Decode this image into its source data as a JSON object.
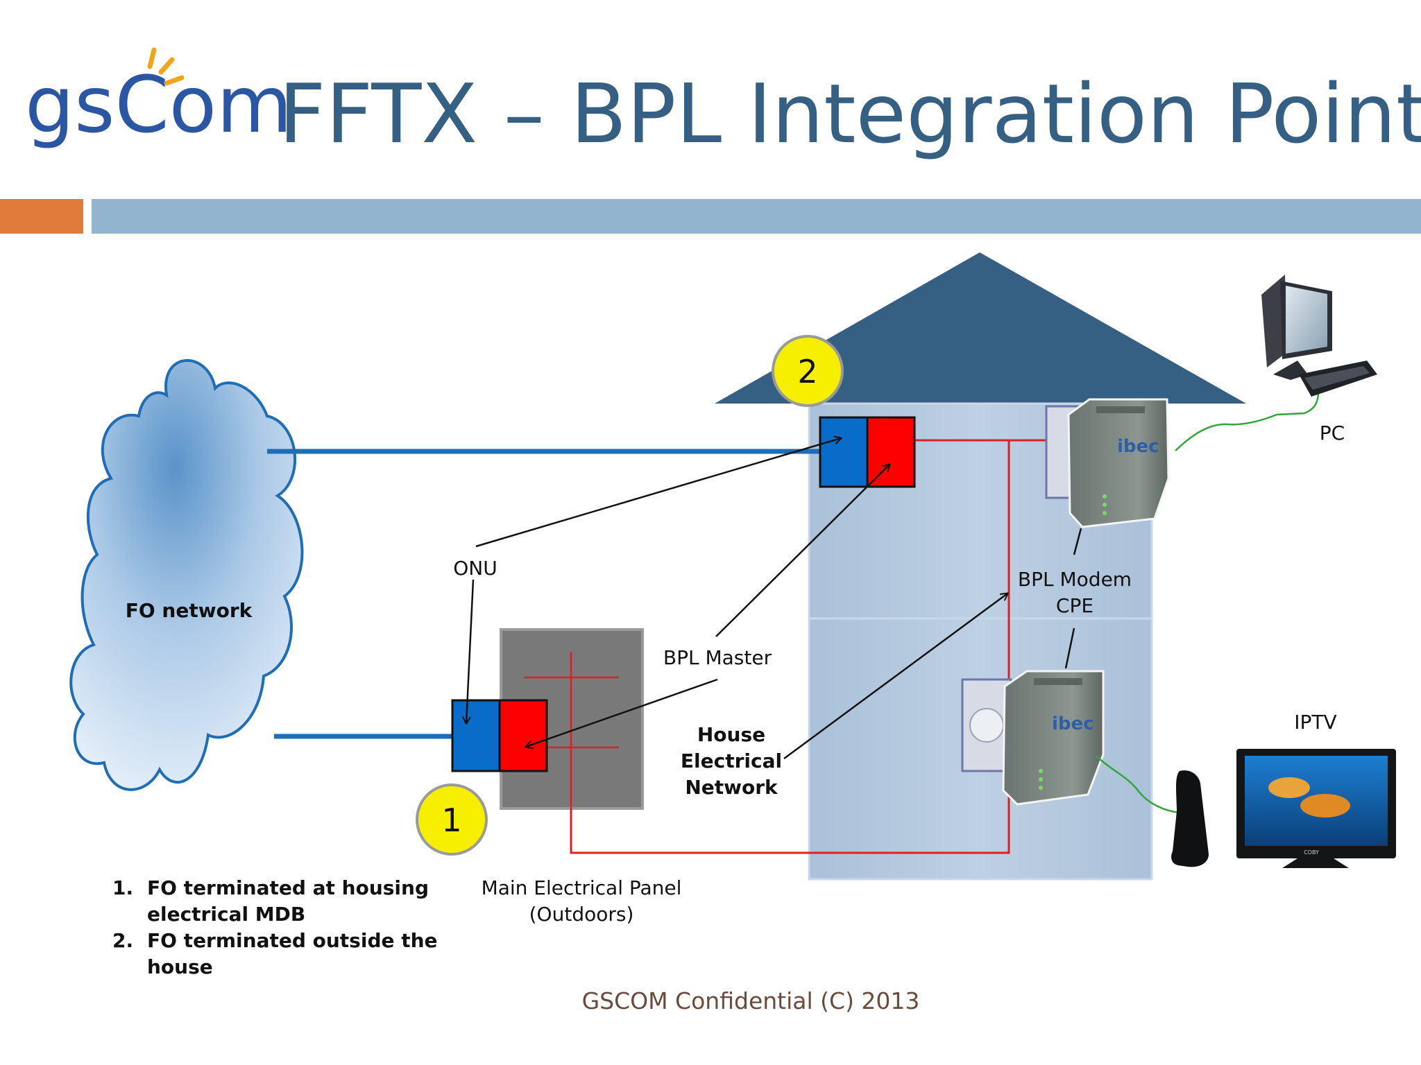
{
  "header": {
    "logo_text": "gsCom",
    "title": "FFTX – BPL Integration Point"
  },
  "colors": {
    "title": "#365f84",
    "accent_orange": "#e07b39",
    "header_bar": "#93b4cf",
    "fiber_blue": "#1f6db5",
    "power_red": "#e02020",
    "onu_blue": "#0a6cc9",
    "onu_red": "#ff0000",
    "roof": "#365f84",
    "house_wall": "#b9cde1",
    "panel_gray": "#7a797a",
    "marker_yellow": "#f6f000"
  },
  "diagram": {
    "cloud_label": "FO network",
    "markers": [
      "1",
      "2"
    ],
    "labels": {
      "onu": "ONU",
      "bpl_master": "BPL Master",
      "bpl_modem": [
        "BPL Modem",
        "CPE"
      ],
      "house_network": [
        "House",
        "Electrical",
        "Network"
      ],
      "pc": "PC",
      "iptv": "IPTV",
      "panel": [
        "Main Electrical Panel",
        "(Outdoors)"
      ]
    },
    "device_brand": "ibec",
    "tv_brand": "COBY",
    "icons": [
      "cloud-icon",
      "house-icon",
      "bpl-modem-icon",
      "pc-icon",
      "set-top-box-icon",
      "tv-icon",
      "electrical-outlet-icon"
    ]
  },
  "notes": [
    {
      "num": "1.",
      "lines": [
        "FO terminated at housing",
        "electrical MDB"
      ]
    },
    {
      "num": "2.",
      "lines": [
        "FO terminated outside the",
        "house"
      ]
    }
  ],
  "footer": "GSCOM Confidential (C) 2013"
}
